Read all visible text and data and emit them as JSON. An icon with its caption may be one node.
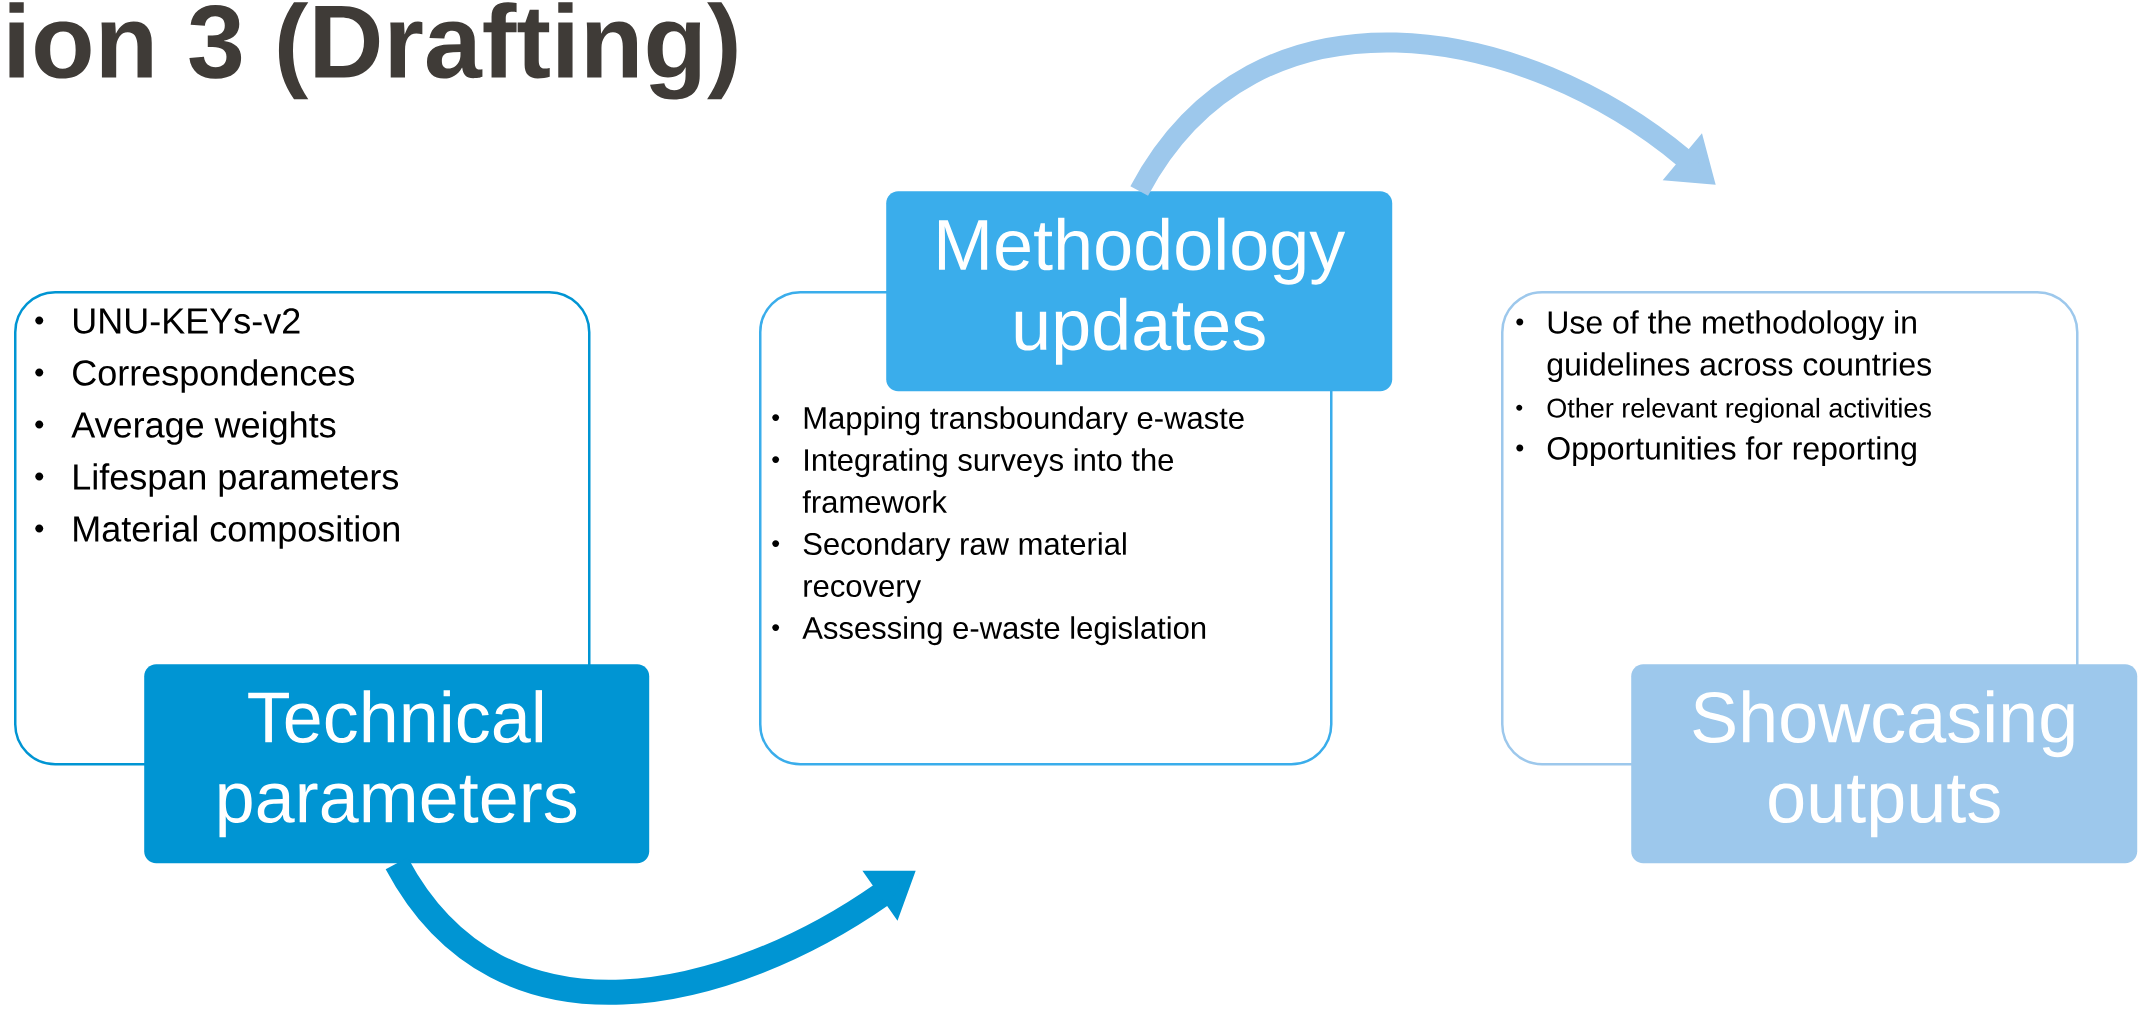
{
  "diagram": {
    "title": "ion 3 (Drafting)",
    "nodes": [
      {
        "text": [
          "UNU-KEYs-v2",
          "Correspondences",
          "Average weights",
          "Lifespan parameters",
          "Material composition"
        ]
      },
      {
        "text": [
          "Technical parameters"
        ]
      },
      {
        "text": [
          "Mapping transboundary e-waste",
          "Integrating surveys into the framework",
          "Secondary raw material recovery",
          "Assessing e-waste legislation"
        ]
      },
      {
        "text": [
          "Methodology updates"
        ]
      },
      {
        "text": [
          "Use of the methodology in guidelines across countries",
          "Other relevant regional activities",
          "Opportunities for reporting"
        ]
      },
      {
        "text": [
          "Showcasing outputs"
        ]
      }
    ],
    "edges": [
      {
        "from": 1,
        "to": 2,
        "arrow": "to",
        "color": "#0095d3"
      },
      {
        "from": 3,
        "to": 4,
        "arrow": "to",
        "color": "#9dc8ec"
      }
    ]
  }
}
